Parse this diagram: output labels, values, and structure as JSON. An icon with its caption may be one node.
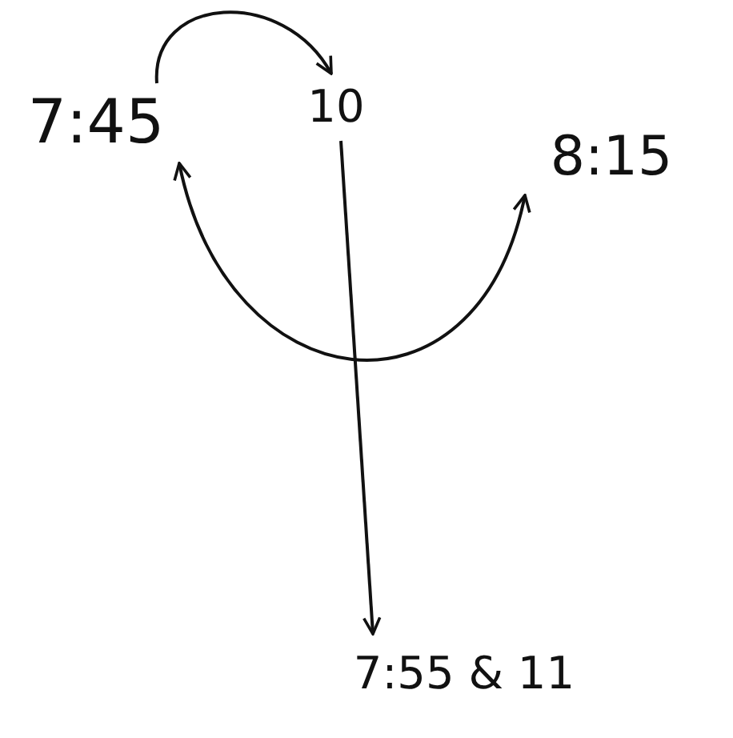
{
  "diagram": {
    "nodes": [
      {
        "text": [
          "7:45"
        ]
      },
      {
        "text": [
          "10"
        ]
      },
      {
        "text": [
          "8:15"
        ]
      },
      {
        "text": [
          "7:55 & 11"
        ]
      }
    ],
    "edges": [
      {
        "from": 0,
        "to": 1,
        "arrow": "to"
      },
      {
        "from": 0,
        "to": 2,
        "arrow": "both"
      },
      {
        "from": 1,
        "to": 3,
        "arrow": "to"
      }
    ]
  }
}
